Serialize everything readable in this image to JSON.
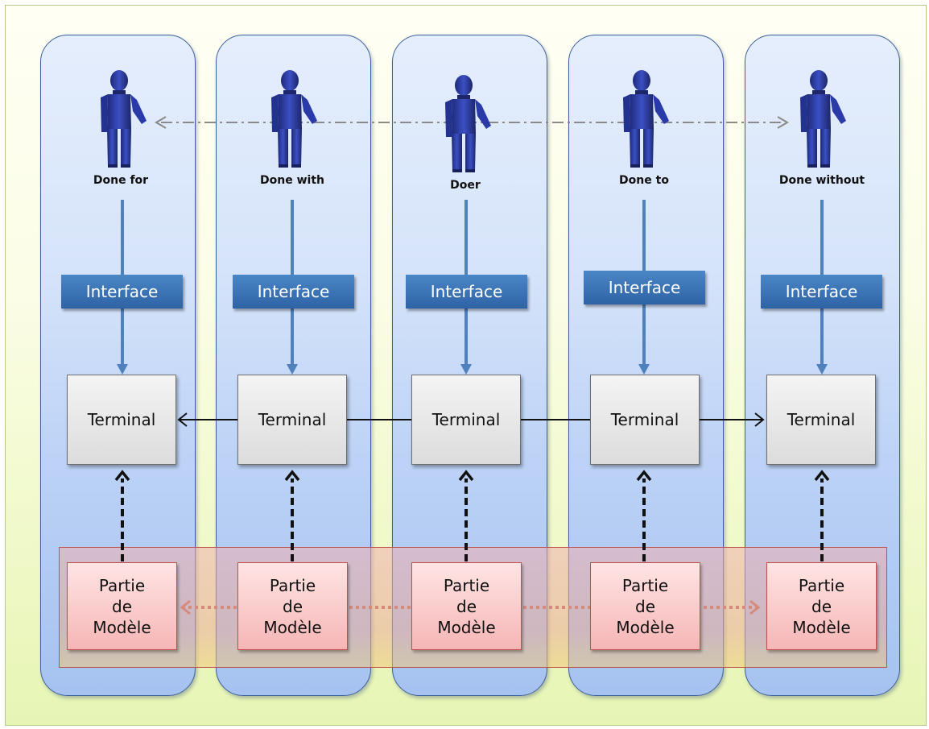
{
  "actors": [
    {
      "label": "Done for"
    },
    {
      "label": "Done with"
    },
    {
      "label": "Doer"
    },
    {
      "label": "Done to"
    },
    {
      "label": "Done without"
    }
  ],
  "interface_label": "Interface",
  "terminal_label": "Terminal",
  "partie_lines": [
    "Partie",
    "de",
    "Modèle"
  ],
  "colors": {
    "column_border": "#3a5f9c",
    "interface_fill": "#2e63a5",
    "arrow_blue": "#4f81bd",
    "model_border": "#c0504d",
    "dotted_link": "#d58a7c",
    "actor_dashdot": "#8a8a8a"
  }
}
